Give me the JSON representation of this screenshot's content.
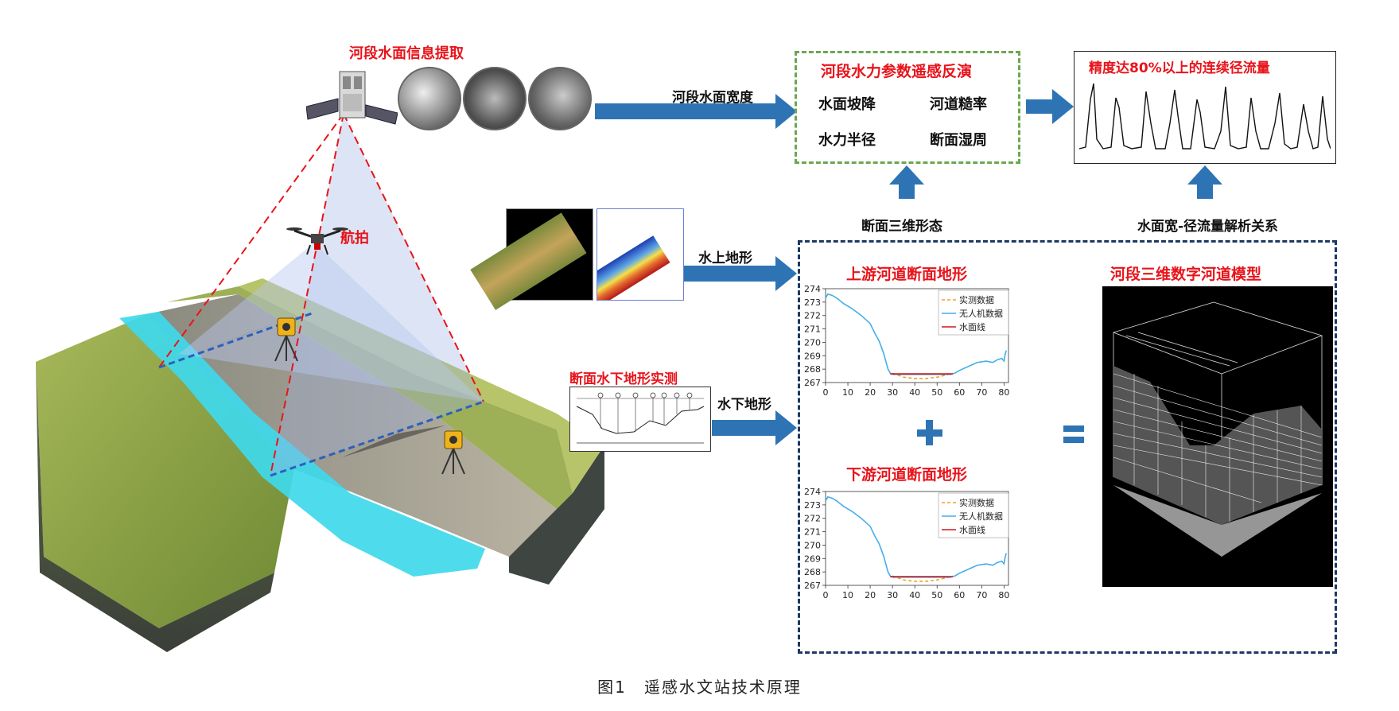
{
  "labels": {
    "surface_info": "河段水面信息提取",
    "aerial": "航拍",
    "surface_width": "河段水面宽度",
    "above_water": "水上地形",
    "underwater_survey": "断面水下地形实测",
    "underwater": "水下地形",
    "section_3d": "断面三维形态",
    "width_flow_relation": "水面宽-径流量解析关系",
    "digital_model": "河段三维数字河道模型",
    "plus": "+",
    "equals": "="
  },
  "params": {
    "title": "河段水力参数遥感反演",
    "items": [
      "水面坡降",
      "河道糙率",
      "水力半径",
      "断面湿周"
    ]
  },
  "result": {
    "title": "精度达80%以上的连续径流量"
  },
  "caption": "图1　遥感水文站技术原理",
  "colors": {
    "title_red": "#e8141b",
    "arrow_blue": "#2e74b5",
    "green_dash": "#6aa84f",
    "navy_dash": "#1f3864",
    "water": "#3fd9ec",
    "measured": "#f0a020",
    "uav": "#45aee8",
    "waterline": "#d0161b"
  },
  "chart_data": [
    {
      "type": "line",
      "title": "上游河道断面地形",
      "xlim": [
        0,
        82
      ],
      "ylim": [
        267,
        274
      ],
      "xticks": [
        0,
        10,
        20,
        30,
        40,
        50,
        60,
        70,
        80
      ],
      "yticks": [
        267,
        268,
        269,
        270,
        271,
        272,
        273,
        274
      ],
      "series": [
        {
          "name": "实测数据",
          "style": "dashed",
          "x": [
            30,
            35,
            40,
            45,
            50,
            55,
            57
          ],
          "y": [
            267.7,
            267.4,
            267.3,
            267.3,
            267.4,
            267.6,
            267.7
          ]
        },
        {
          "name": "无人机数据",
          "style": "solid",
          "x": [
            0,
            1,
            3,
            5,
            8,
            12,
            16,
            20,
            22,
            24,
            26,
            27,
            28,
            29,
            30,
            40,
            50,
            56,
            58,
            60,
            64,
            68,
            72,
            75,
            77,
            79,
            80,
            80.5,
            81
          ],
          "y": [
            273.3,
            273.6,
            273.5,
            273.3,
            272.9,
            272.5,
            272.0,
            271.4,
            270.7,
            270.1,
            269.2,
            268.6,
            268.0,
            267.7,
            267.6,
            267.6,
            267.6,
            267.6,
            267.7,
            267.9,
            268.2,
            268.5,
            268.6,
            268.5,
            268.7,
            268.8,
            268.6,
            269.1,
            269.4
          ]
        },
        {
          "name": "水面线",
          "style": "solid",
          "x": [
            29,
            57
          ],
          "y": [
            267.65,
            267.65
          ]
        }
      ]
    },
    {
      "type": "line",
      "title": "下游河道断面地形",
      "xlim": [
        0,
        82
      ],
      "ylim": [
        267,
        274
      ],
      "xticks": [
        0,
        10,
        20,
        30,
        40,
        50,
        60,
        70,
        80
      ],
      "yticks": [
        267,
        268,
        269,
        270,
        271,
        272,
        273,
        274
      ],
      "series": [
        {
          "name": "实测数据",
          "style": "dashed",
          "x": [
            30,
            35,
            40,
            45,
            50,
            55,
            57
          ],
          "y": [
            267.7,
            267.4,
            267.3,
            267.3,
            267.4,
            267.6,
            267.7
          ]
        },
        {
          "name": "无人机数据",
          "style": "solid",
          "x": [
            0,
            1,
            3,
            5,
            8,
            12,
            16,
            20,
            22,
            24,
            26,
            27,
            28,
            29,
            30,
            40,
            50,
            56,
            58,
            60,
            64,
            68,
            72,
            75,
            77,
            79,
            80,
            80.5,
            81
          ],
          "y": [
            273.3,
            273.6,
            273.5,
            273.3,
            272.9,
            272.5,
            272.0,
            271.4,
            270.7,
            270.1,
            269.2,
            268.6,
            268.0,
            267.7,
            267.6,
            267.6,
            267.6,
            267.6,
            267.7,
            267.9,
            268.2,
            268.5,
            268.6,
            268.5,
            268.7,
            268.8,
            268.6,
            269.1,
            269.4
          ]
        },
        {
          "name": "水面线",
          "style": "solid",
          "x": [
            29,
            57
          ],
          "y": [
            267.65,
            267.65
          ]
        }
      ]
    }
  ]
}
